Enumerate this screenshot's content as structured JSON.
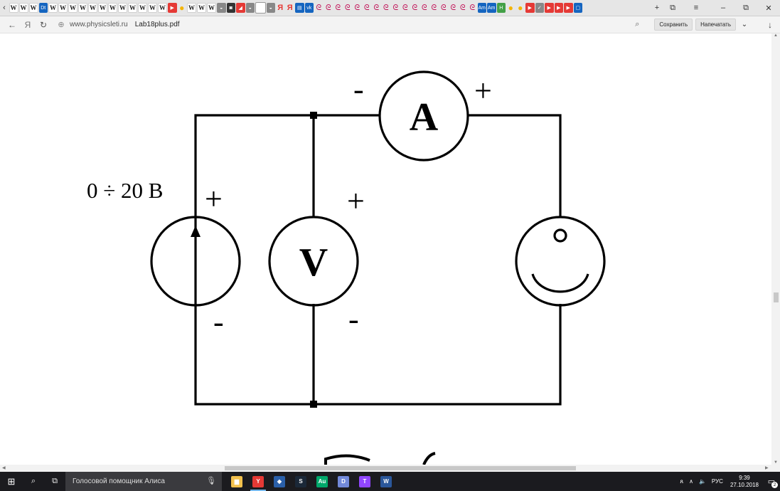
{
  "tabstrip": {
    "tabs": [
      {
        "glyph": "W",
        "kind": "w"
      },
      {
        "glyph": "W",
        "kind": "w"
      },
      {
        "glyph": "W",
        "kind": "w"
      },
      {
        "glyph": "Dt",
        "kind": "blu"
      },
      {
        "glyph": "W",
        "kind": "w"
      },
      {
        "glyph": "W",
        "kind": "w"
      },
      {
        "glyph": "W",
        "kind": "w"
      },
      {
        "glyph": "W",
        "kind": "w"
      },
      {
        "glyph": "W",
        "kind": "w"
      },
      {
        "glyph": "W",
        "kind": "w"
      },
      {
        "glyph": "W",
        "kind": "w"
      },
      {
        "glyph": "W",
        "kind": "w"
      },
      {
        "glyph": "W",
        "kind": "w"
      },
      {
        "glyph": "W",
        "kind": "w"
      },
      {
        "glyph": "W",
        "kind": "w"
      },
      {
        "glyph": "W",
        "kind": "w"
      },
      {
        "glyph": "▶",
        "kind": "red"
      },
      {
        "glyph": "●",
        "kind": "yel"
      },
      {
        "glyph": "W",
        "kind": "w"
      },
      {
        "glyph": "W",
        "kind": "w"
      },
      {
        "glyph": "W",
        "kind": "w"
      },
      {
        "glyph": "◒",
        "kind": "grey"
      },
      {
        "glyph": "◙",
        "kind": "dark"
      },
      {
        "glyph": "◢",
        "kind": "red"
      },
      {
        "glyph": "◒",
        "kind": "grey"
      },
      {
        "glyph": "◙",
        "kind": "dark"
      },
      {
        "glyph": "◒",
        "kind": "grey"
      },
      {
        "glyph": "Я",
        "kind": "ya"
      },
      {
        "glyph": "Я",
        "kind": "ya"
      },
      {
        "glyph": "▤",
        "kind": "blu"
      },
      {
        "glyph": "vk",
        "kind": "blu"
      },
      {
        "glyph": "ᘓ",
        "kind": "mag"
      },
      {
        "glyph": "ᘓ",
        "kind": "mag"
      },
      {
        "glyph": "ᘓ",
        "kind": "mag"
      },
      {
        "glyph": "ᘓ",
        "kind": "mag"
      },
      {
        "glyph": "ᘓ",
        "kind": "mag"
      },
      {
        "glyph": "ᘓ",
        "kind": "mag"
      },
      {
        "glyph": "ᘓ",
        "kind": "mag"
      },
      {
        "glyph": "ᘓ",
        "kind": "mag"
      },
      {
        "glyph": "ᘓ",
        "kind": "mag"
      },
      {
        "glyph": "ᘓ",
        "kind": "mag"
      },
      {
        "glyph": "ᘓ",
        "kind": "mag"
      },
      {
        "glyph": "ᘓ",
        "kind": "mag"
      },
      {
        "glyph": "ᘓ",
        "kind": "mag"
      },
      {
        "glyph": "ᘓ",
        "kind": "mag"
      },
      {
        "glyph": "ᘓ",
        "kind": "mag"
      },
      {
        "glyph": "ᘓ",
        "kind": "mag"
      },
      {
        "glyph": "ᘓ",
        "kind": "mag"
      },
      {
        "glyph": "Am",
        "kind": "blu"
      },
      {
        "glyph": "Am",
        "kind": "blu"
      },
      {
        "glyph": "H",
        "kind": "grn"
      },
      {
        "glyph": "●",
        "kind": "yel"
      },
      {
        "glyph": "●",
        "kind": "yel"
      },
      {
        "glyph": "▶",
        "kind": "red"
      },
      {
        "glyph": "✓",
        "kind": "grey"
      },
      {
        "glyph": "▶",
        "kind": "red"
      },
      {
        "glyph": "▶",
        "kind": "red"
      },
      {
        "glyph": "▶",
        "kind": "red"
      },
      {
        "glyph": "▢",
        "kind": "blu"
      }
    ],
    "new_tab": "+",
    "restore_tabs": "⧉",
    "menu": "≡",
    "minimize": "–",
    "maximize": "⧉",
    "close": "✕"
  },
  "addressbar": {
    "back": "←",
    "yandex": "Я",
    "reload": "↻",
    "domain": "www.physicsleti.ru",
    "page_title": "Lab18plus.pdf",
    "save_label": "Сохранить",
    "print_label": "Напечатать",
    "dropdown": "⌄",
    "download": "↓"
  },
  "circuit": {
    "voltage_range": "0 ÷ 20 В",
    "source_plus": "+",
    "source_minus": "-",
    "voltmeter_letter": "V",
    "voltmeter_plus": "+",
    "voltmeter_minus": "-",
    "ammeter_letter": "A",
    "ammeter_minus": "-",
    "ammeter_plus": "+"
  },
  "taskbar": {
    "start": "⊞",
    "search_icon": "⌕",
    "taskview": "⧉",
    "assistant_text": "Голосовой помощник Алиса",
    "apps": [
      {
        "name": "file-explorer",
        "glyph": "▆",
        "color": "#f2c14e",
        "active": false
      },
      {
        "name": "yandex-browser",
        "glyph": "Y",
        "color": "#e53935",
        "active": true
      },
      {
        "name": "app-blue",
        "glyph": "◆",
        "color": "#2a5fa8",
        "active": false
      },
      {
        "name": "steam",
        "glyph": "S",
        "color": "#1b2838",
        "active": false
      },
      {
        "name": "audition",
        "glyph": "Au",
        "color": "#00a86b",
        "active": false
      },
      {
        "name": "discord",
        "glyph": "D",
        "color": "#7289da",
        "active": false
      },
      {
        "name": "twitch",
        "glyph": "T",
        "color": "#9146ff",
        "active": false
      },
      {
        "name": "word",
        "glyph": "W",
        "color": "#2b579a",
        "active": false
      }
    ],
    "tray_person": "ጸ",
    "tray_up": "∧",
    "tray_sound": "🔈",
    "lang": "РУС",
    "time": "9:39",
    "date": "27.10.2018",
    "notifications": "2"
  }
}
